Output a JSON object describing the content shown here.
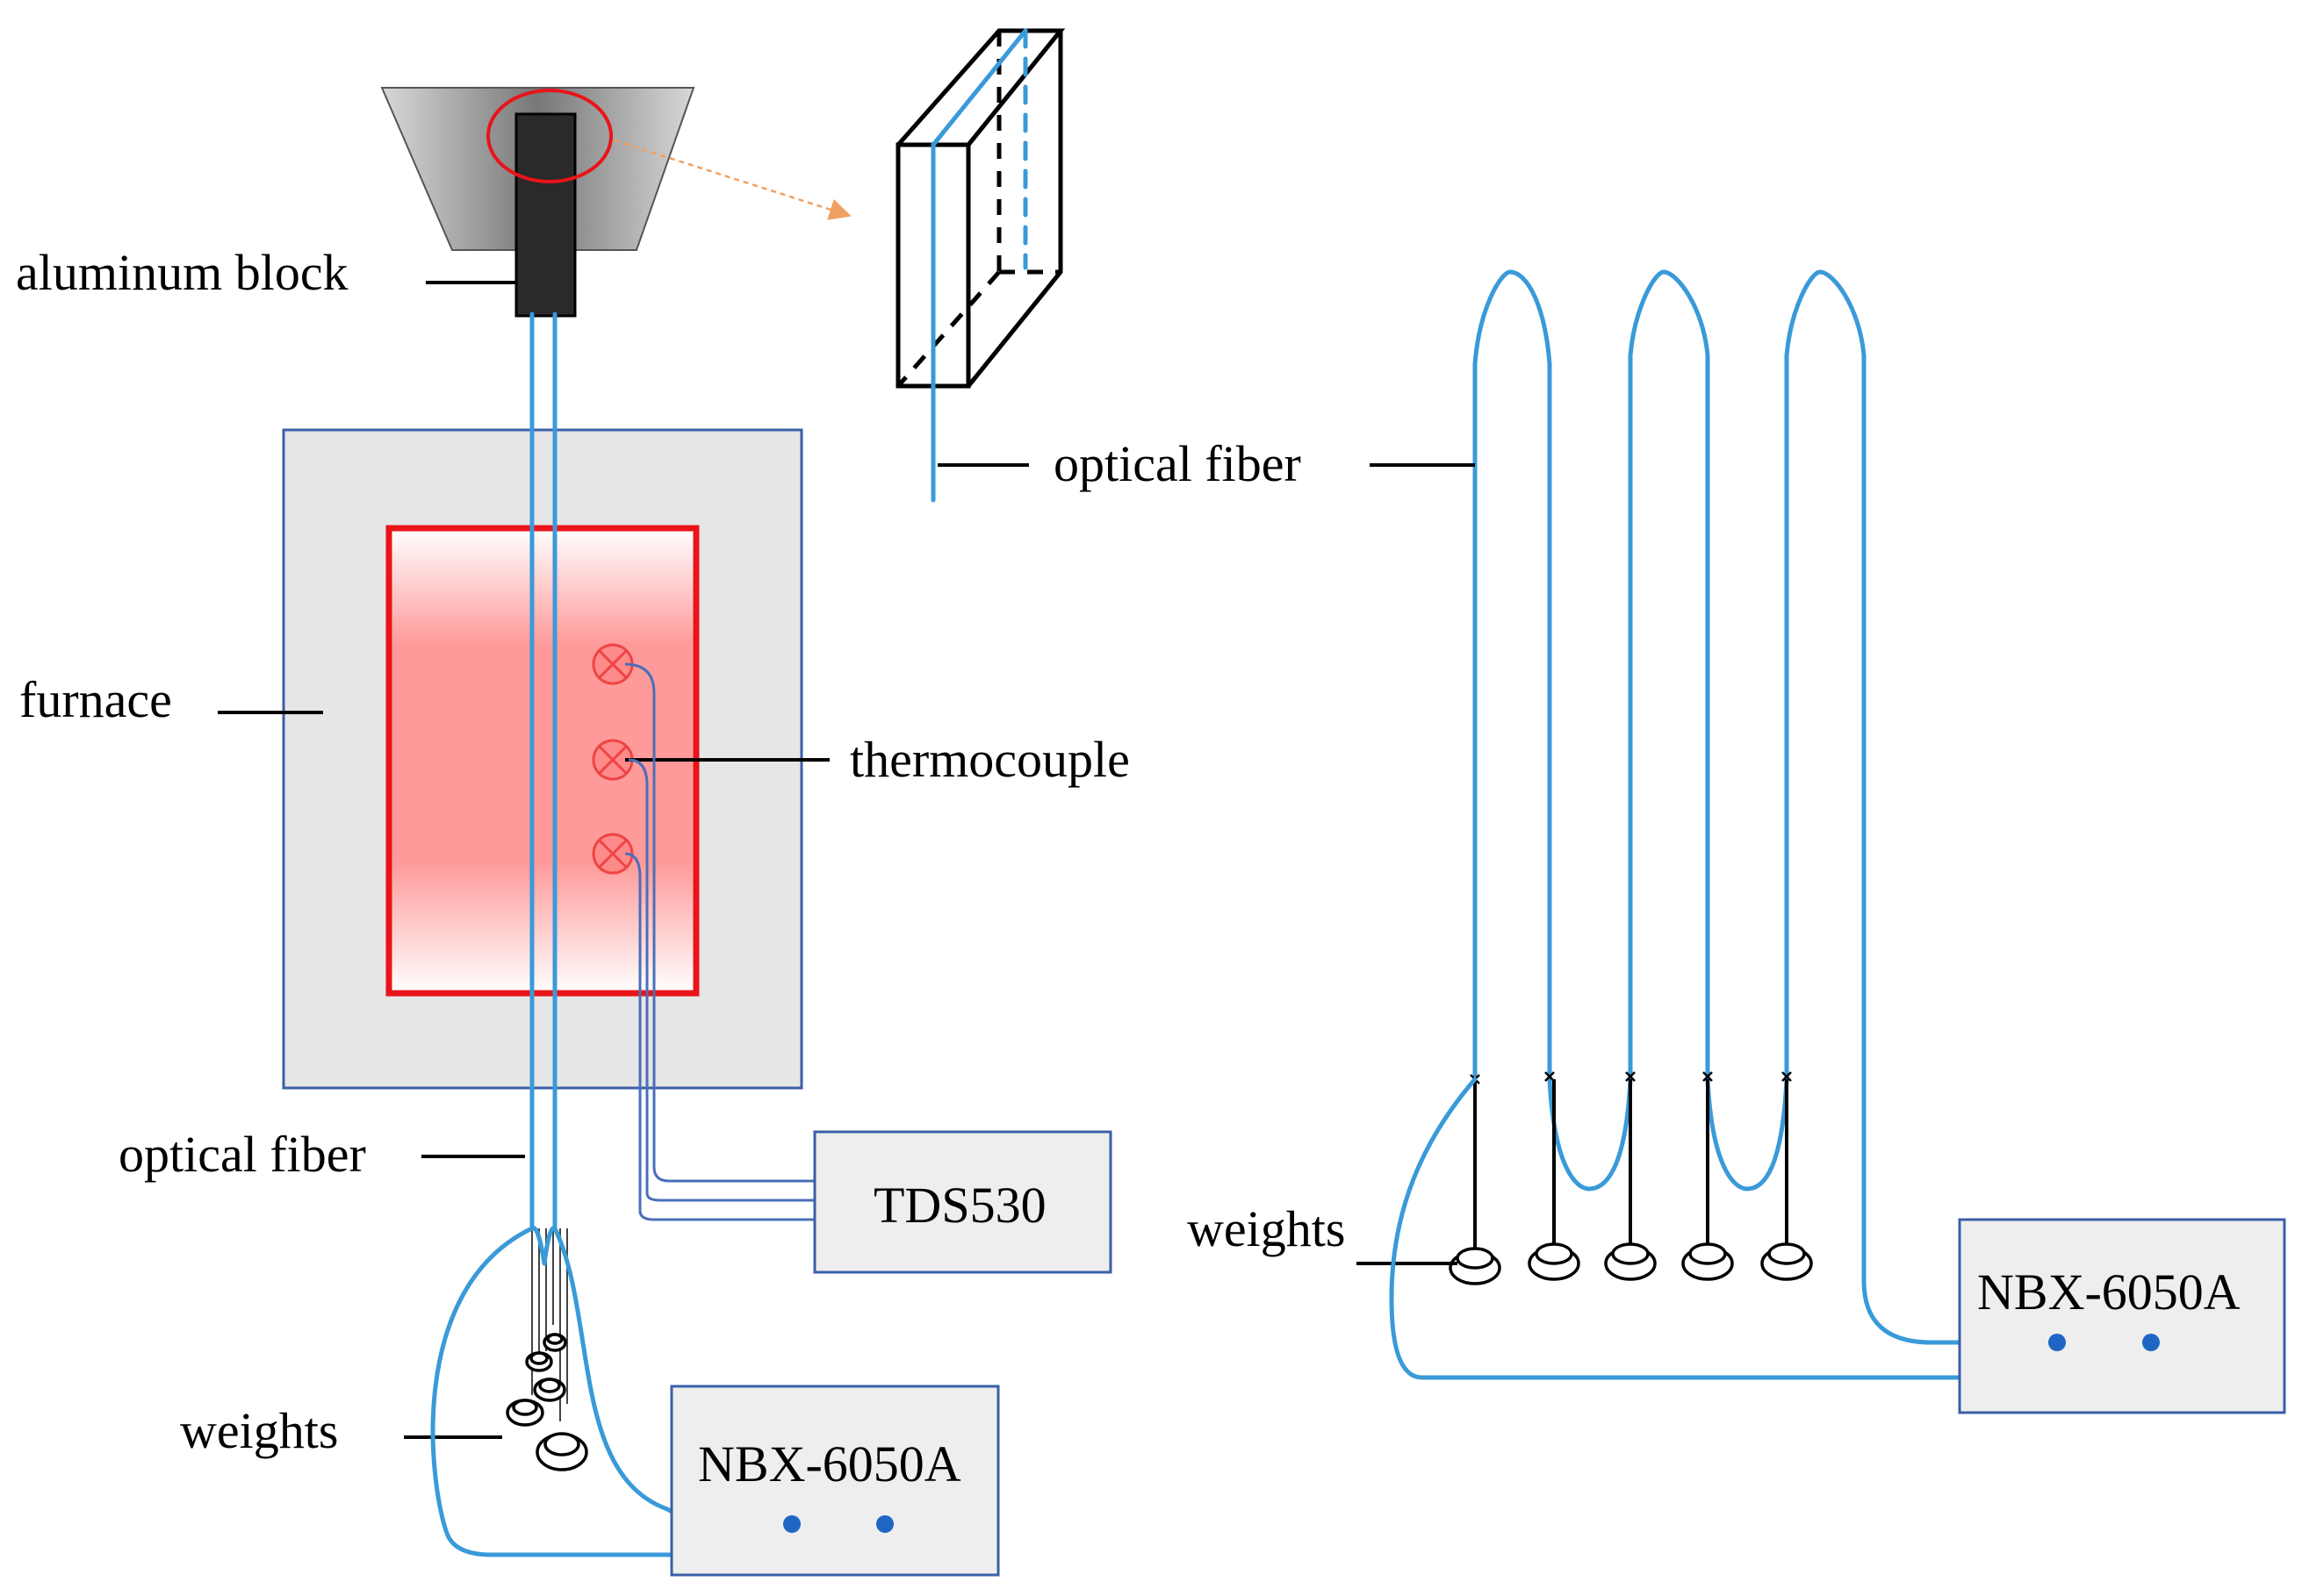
{
  "labels": {
    "aluminum_block": "aluminum block",
    "furnace": "furnace",
    "thermocouple": "thermocouple",
    "optical_fiber_left": "optical fiber",
    "optical_fiber_inset": "optical fiber",
    "weights_left": "weights",
    "weights_right": "weights",
    "tds": "TDS530",
    "nbx_left": "NBX-6050A",
    "nbx_right": "NBX-6050A"
  },
  "colors": {
    "fiber": "#3a9ad9",
    "furnace_border": "#e8141a",
    "box_fill": "#eeeeee",
    "box_border": "#3b5fa8",
    "highlight_ring": "#e8141a",
    "arrow": "#f0a060",
    "connector_dot": "#1f66c4"
  }
}
